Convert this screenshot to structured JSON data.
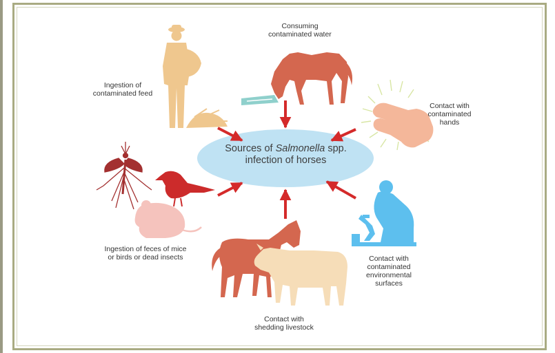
{
  "center": {
    "line1_before": "Sources of ",
    "line1_italic": "Salmonella",
    "line1_after": " spp.",
    "line2": "infection of horses"
  },
  "sources": {
    "water": [
      "Consuming",
      "contaminated water"
    ],
    "feed": [
      "Ingestion of",
      "contaminated feed"
    ],
    "hands": [
      "Contact with",
      "contaminated",
      "hands"
    ],
    "feces": [
      "Ingestion of feces of mice",
      "or birds or dead insects"
    ],
    "surfaces": [
      "Contact with",
      "contaminated",
      "environmental",
      "surfaces"
    ],
    "livestock": [
      "Contact with",
      "shedding livestock"
    ]
  },
  "colors": {
    "arrow": "#d42a2a",
    "ellipse": "#bfe2f3",
    "horse": "#d4674f",
    "farmer": "#efc78e",
    "hand": "#f4b79a",
    "rodent": "#f5c3bd",
    "insect": "#a33030",
    "bird": "#cc2b2b",
    "lab_worker": "#5dbfee",
    "cow": "#f6ddb8",
    "water": "#8fd0cc",
    "frame": "#a9ab82"
  },
  "icons": [
    "horse-icon",
    "farmer-icon",
    "hand-icon",
    "mosquito-icon",
    "bird-icon",
    "mouse-icon",
    "lab-worker-icon",
    "livestock-icon"
  ]
}
